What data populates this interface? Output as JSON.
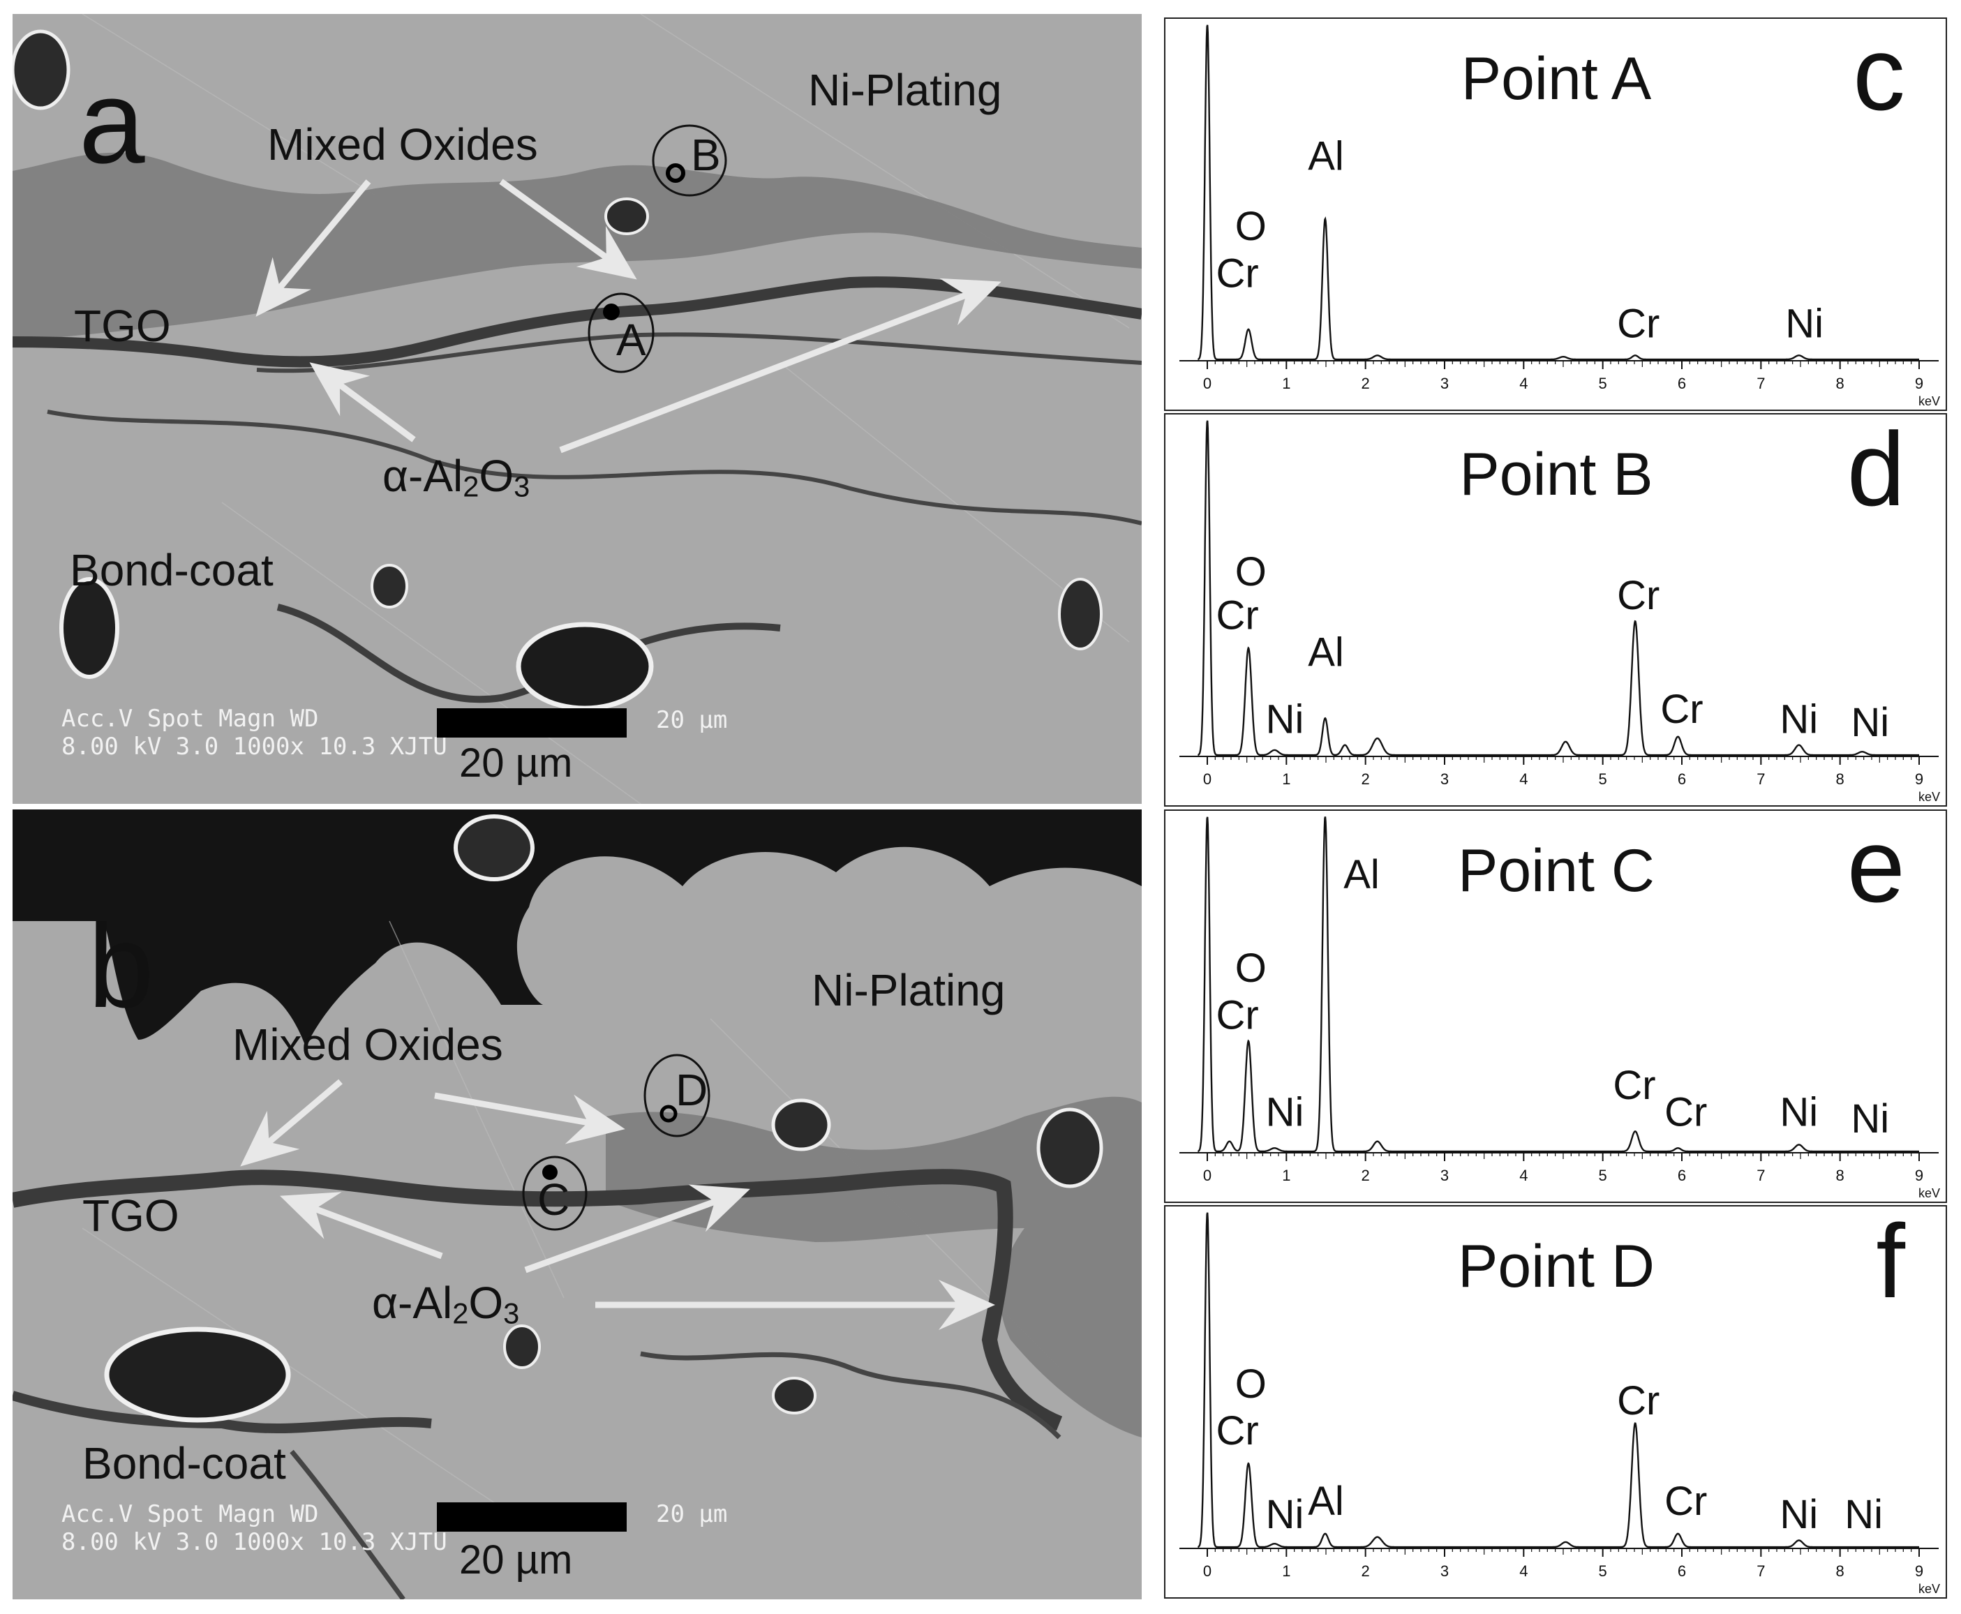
{
  "sem_panels": [
    {
      "id": "a",
      "panel_label": "a",
      "labels": {
        "ni_plating": "Ni-Plating",
        "mixed_oxides": "Mixed Oxides",
        "tgo": "TGO",
        "alumina_prefix": "α-Al",
        "alumina_sub2": "2",
        "alumina_mid": "O",
        "alumina_sub3": "3",
        "bond_coat": "Bond-coat"
      },
      "points": [
        "A",
        "B"
      ],
      "instrument": {
        "headers": "Acc.V   Spot Magn     WD",
        "values": "8.00 kV 3.0   1000x     10.3  XJTU",
        "scale_label": "20 µm"
      },
      "scale_caption": "20 µm"
    },
    {
      "id": "b",
      "panel_label": "b",
      "labels": {
        "ni_plating": "Ni-Plating",
        "mixed_oxides": "Mixed Oxides",
        "tgo": "TGO",
        "alumina_prefix": "α-Al",
        "alumina_sub2": "2",
        "alumina_mid": "O",
        "alumina_sub3": "3",
        "bond_coat": "Bond-coat"
      },
      "points": [
        "C",
        "D"
      ],
      "instrument": {
        "headers": "Acc.V   Spot Magn     WD",
        "values": "8.00 kV 3.0   1000x     10.3  XJTU",
        "scale_label": "20 µm"
      },
      "scale_caption": "20 µm"
    }
  ],
  "chart_data": [
    {
      "type": "line",
      "panel_label": "c",
      "title": "Point A",
      "xlabel": "keV",
      "xlim": [
        0,
        9
      ],
      "ylim": [
        0,
        100
      ],
      "x_ticks": [
        "0",
        "1",
        "2",
        "3",
        "4",
        "5",
        "6",
        "7",
        "8",
        "9"
      ],
      "peaks": [
        {
          "x": 0.0,
          "h": 100,
          "w": 0.03
        },
        {
          "x": 0.52,
          "h": 9,
          "w": 0.04
        },
        {
          "x": 1.49,
          "h": 42,
          "w": 0.035
        },
        {
          "x": 2.15,
          "h": 1.2,
          "w": 0.05
        },
        {
          "x": 4.5,
          "h": 0.8,
          "w": 0.05
        },
        {
          "x": 5.41,
          "h": 1.2,
          "w": 0.04
        },
        {
          "x": 7.48,
          "h": 1.2,
          "w": 0.05
        }
      ],
      "annotations": [
        {
          "label": "O",
          "x": 0.55,
          "y": 36
        },
        {
          "label": "Cr",
          "x": 0.38,
          "y": 22
        },
        {
          "label": "Al",
          "x": 1.5,
          "y": 57
        },
        {
          "label": "Cr",
          "x": 5.45,
          "y": 7
        },
        {
          "label": "Ni",
          "x": 7.55,
          "y": 7
        }
      ]
    },
    {
      "type": "line",
      "panel_label": "d",
      "title": "Point B",
      "xlabel": "keV",
      "xlim": [
        0,
        9
      ],
      "ylim": [
        0,
        100
      ],
      "x_ticks": [
        "0",
        "1",
        "2",
        "3",
        "4",
        "5",
        "6",
        "7",
        "8",
        "9"
      ],
      "peaks": [
        {
          "x": 0.0,
          "h": 100,
          "w": 0.03
        },
        {
          "x": 0.52,
          "h": 32,
          "w": 0.04
        },
        {
          "x": 0.85,
          "h": 1.5,
          "w": 0.05
        },
        {
          "x": 1.49,
          "h": 11,
          "w": 0.035
        },
        {
          "x": 1.74,
          "h": 3,
          "w": 0.04
        },
        {
          "x": 2.15,
          "h": 5,
          "w": 0.06
        },
        {
          "x": 4.53,
          "h": 4,
          "w": 0.05
        },
        {
          "x": 5.41,
          "h": 40,
          "w": 0.045
        },
        {
          "x": 5.95,
          "h": 5.5,
          "w": 0.045
        },
        {
          "x": 7.48,
          "h": 3,
          "w": 0.05
        },
        {
          "x": 8.28,
          "h": 1,
          "w": 0.05
        }
      ],
      "annotations": [
        {
          "label": "O",
          "x": 0.55,
          "y": 51
        },
        {
          "label": "Cr",
          "x": 0.38,
          "y": 38
        },
        {
          "label": "Ni",
          "x": 0.98,
          "y": 7
        },
        {
          "label": "Al",
          "x": 1.5,
          "y": 27
        },
        {
          "label": "Cr",
          "x": 5.45,
          "y": 44
        },
        {
          "label": "Cr",
          "x": 6.0,
          "y": 10
        },
        {
          "label": "Ni",
          "x": 7.48,
          "y": 7
        },
        {
          "label": "Ni",
          "x": 8.38,
          "y": 6
        }
      ]
    },
    {
      "type": "line",
      "panel_label": "e",
      "title": "Point C",
      "xlabel": "keV",
      "xlim": [
        0,
        9
      ],
      "ylim": [
        0,
        100
      ],
      "x_ticks": [
        "0",
        "1",
        "2",
        "3",
        "4",
        "5",
        "6",
        "7",
        "8",
        "9"
      ],
      "peaks": [
        {
          "x": 0.0,
          "h": 100,
          "w": 0.03
        },
        {
          "x": 0.28,
          "h": 3,
          "w": 0.04
        },
        {
          "x": 0.52,
          "h": 33,
          "w": 0.04
        },
        {
          "x": 0.85,
          "h": 1,
          "w": 0.05
        },
        {
          "x": 1.49,
          "h": 100,
          "w": 0.035
        },
        {
          "x": 2.15,
          "h": 3,
          "w": 0.05
        },
        {
          "x": 5.41,
          "h": 6,
          "w": 0.045
        },
        {
          "x": 5.95,
          "h": 1,
          "w": 0.04
        },
        {
          "x": 7.48,
          "h": 2,
          "w": 0.05
        }
      ],
      "annotations": [
        {
          "label": "Al",
          "x": 1.95,
          "y": 79
        },
        {
          "label": "O",
          "x": 0.55,
          "y": 51
        },
        {
          "label": "Cr",
          "x": 0.38,
          "y": 37
        },
        {
          "label": "Ni",
          "x": 0.98,
          "y": 8
        },
        {
          "label": "Cr",
          "x": 5.4,
          "y": 16
        },
        {
          "label": "Cr",
          "x": 6.05,
          "y": 8
        },
        {
          "label": "Ni",
          "x": 7.48,
          "y": 8
        },
        {
          "label": "Ni",
          "x": 8.38,
          "y": 6
        }
      ]
    },
    {
      "type": "line",
      "panel_label": "f",
      "title": "Point D",
      "xlabel": "keV",
      "xlim": [
        0,
        9
      ],
      "ylim": [
        0,
        100
      ],
      "x_ticks": [
        "0",
        "1",
        "2",
        "3",
        "4",
        "5",
        "6",
        "7",
        "8",
        "9"
      ],
      "peaks": [
        {
          "x": 0.0,
          "h": 100,
          "w": 0.03
        },
        {
          "x": 0.52,
          "h": 25,
          "w": 0.04
        },
        {
          "x": 0.85,
          "h": 1,
          "w": 0.05
        },
        {
          "x": 1.49,
          "h": 4,
          "w": 0.04
        },
        {
          "x": 2.15,
          "h": 3,
          "w": 0.06
        },
        {
          "x": 4.53,
          "h": 1.5,
          "w": 0.05
        },
        {
          "x": 5.41,
          "h": 37,
          "w": 0.045
        },
        {
          "x": 5.95,
          "h": 4,
          "w": 0.045
        },
        {
          "x": 7.48,
          "h": 2,
          "w": 0.05
        }
      ],
      "annotations": [
        {
          "label": "O",
          "x": 0.55,
          "y": 45
        },
        {
          "label": "Cr",
          "x": 0.38,
          "y": 31
        },
        {
          "label": "Ni",
          "x": 0.98,
          "y": 6
        },
        {
          "label": "Al",
          "x": 1.5,
          "y": 10
        },
        {
          "label": "Cr",
          "x": 5.45,
          "y": 40
        },
        {
          "label": "Cr",
          "x": 6.05,
          "y": 10
        },
        {
          "label": "Ni",
          "x": 7.48,
          "y": 6
        },
        {
          "label": "Ni",
          "x": 8.3,
          "y": 6
        }
      ]
    }
  ],
  "colors": {
    "sem_base": "#a9a9a9",
    "tgo_dark": "#3a3a3a",
    "mixed_oxide": "#7d7d7d",
    "arrow": "#e8e8e8"
  }
}
